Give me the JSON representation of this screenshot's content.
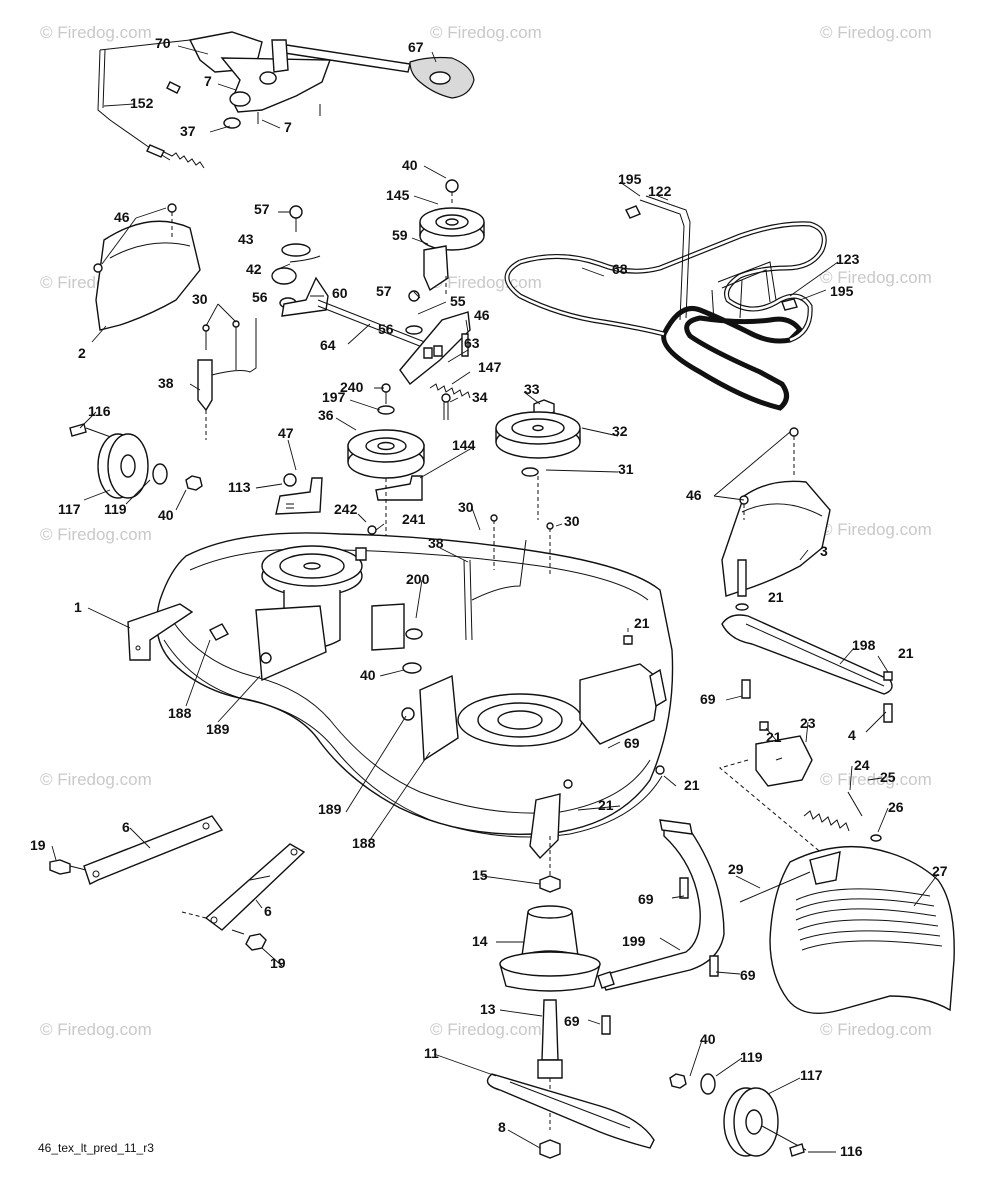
{
  "watermark": "© Firedog.com",
  "caption": "46_tex_lt_pred_11_r3",
  "labels": [
    {
      "id": "lbl-70",
      "text": "70"
    },
    {
      "id": "lbl-67",
      "text": "67"
    },
    {
      "id": "lbl-7a",
      "text": "7"
    },
    {
      "id": "lbl-152",
      "text": "152"
    },
    {
      "id": "lbl-37",
      "text": "37"
    },
    {
      "id": "lbl-7b",
      "text": "7"
    },
    {
      "id": "lbl-40a",
      "text": "40"
    },
    {
      "id": "lbl-145",
      "text": "145"
    },
    {
      "id": "lbl-195a",
      "text": "195"
    },
    {
      "id": "lbl-122",
      "text": "122"
    },
    {
      "id": "lbl-46a",
      "text": "46"
    },
    {
      "id": "lbl-57a",
      "text": "57"
    },
    {
      "id": "lbl-59",
      "text": "59"
    },
    {
      "id": "lbl-43",
      "text": "43"
    },
    {
      "id": "lbl-68",
      "text": "68"
    },
    {
      "id": "lbl-123",
      "text": "123"
    },
    {
      "id": "lbl-42",
      "text": "42"
    },
    {
      "id": "lbl-195b",
      "text": "195"
    },
    {
      "id": "lbl-56a",
      "text": "56"
    },
    {
      "id": "lbl-60",
      "text": "60"
    },
    {
      "id": "lbl-57b",
      "text": "57"
    },
    {
      "id": "lbl-30a",
      "text": "30"
    },
    {
      "id": "lbl-55",
      "text": "55"
    },
    {
      "id": "lbl-46b",
      "text": "46"
    },
    {
      "id": "lbl-2",
      "text": "2"
    },
    {
      "id": "lbl-56b",
      "text": "56"
    },
    {
      "id": "lbl-64",
      "text": "64"
    },
    {
      "id": "lbl-63",
      "text": "63"
    },
    {
      "id": "lbl-147",
      "text": "147"
    },
    {
      "id": "lbl-38a",
      "text": "38"
    },
    {
      "id": "lbl-240",
      "text": "240"
    },
    {
      "id": "lbl-197",
      "text": "197"
    },
    {
      "id": "lbl-34",
      "text": "34"
    },
    {
      "id": "lbl-33",
      "text": "33"
    },
    {
      "id": "lbl-116a",
      "text": "116"
    },
    {
      "id": "lbl-36",
      "text": "36"
    },
    {
      "id": "lbl-32",
      "text": "32"
    },
    {
      "id": "lbl-47",
      "text": "47"
    },
    {
      "id": "lbl-144",
      "text": "144"
    },
    {
      "id": "lbl-31",
      "text": "31"
    },
    {
      "id": "lbl-113",
      "text": "113"
    },
    {
      "id": "lbl-46c",
      "text": "46"
    },
    {
      "id": "lbl-117a",
      "text": "117"
    },
    {
      "id": "lbl-119a",
      "text": "119"
    },
    {
      "id": "lbl-40b",
      "text": "40"
    },
    {
      "id": "lbl-242",
      "text": "242"
    },
    {
      "id": "lbl-30b",
      "text": "30"
    },
    {
      "id": "lbl-241",
      "text": "241"
    },
    {
      "id": "lbl-38b",
      "text": "38"
    },
    {
      "id": "lbl-30c",
      "text": "30"
    },
    {
      "id": "lbl-3",
      "text": "3"
    },
    {
      "id": "lbl-21a",
      "text": "21"
    },
    {
      "id": "lbl-200",
      "text": "200"
    },
    {
      "id": "lbl-1",
      "text": "1"
    },
    {
      "id": "lbl-21b",
      "text": "21"
    },
    {
      "id": "lbl-198",
      "text": "198"
    },
    {
      "id": "lbl-21c",
      "text": "21"
    },
    {
      "id": "lbl-40c",
      "text": "40"
    },
    {
      "id": "lbl-69a",
      "text": "69"
    },
    {
      "id": "lbl-188a",
      "text": "188"
    },
    {
      "id": "lbl-189a",
      "text": "189"
    },
    {
      "id": "lbl-21d",
      "text": "21"
    },
    {
      "id": "lbl-23",
      "text": "23"
    },
    {
      "id": "lbl-4",
      "text": "4"
    },
    {
      "id": "lbl-69b",
      "text": "69"
    },
    {
      "id": "lbl-24",
      "text": "24"
    },
    {
      "id": "lbl-25",
      "text": "25"
    },
    {
      "id": "lbl-21e",
      "text": "21"
    },
    {
      "id": "lbl-21f",
      "text": "21"
    },
    {
      "id": "lbl-26",
      "text": "26"
    },
    {
      "id": "lbl-189b",
      "text": "189"
    },
    {
      "id": "lbl-6a",
      "text": "6"
    },
    {
      "id": "lbl-188b",
      "text": "188"
    },
    {
      "id": "lbl-19a",
      "text": "19"
    },
    {
      "id": "lbl-27",
      "text": "27"
    },
    {
      "id": "lbl-15",
      "text": "15"
    },
    {
      "id": "lbl-29",
      "text": "29"
    },
    {
      "id": "lbl-69c",
      "text": "69"
    },
    {
      "id": "lbl-6b",
      "text": "6"
    },
    {
      "id": "lbl-14",
      "text": "14"
    },
    {
      "id": "lbl-199",
      "text": "199"
    },
    {
      "id": "lbl-19b",
      "text": "19"
    },
    {
      "id": "lbl-69d",
      "text": "69"
    },
    {
      "id": "lbl-13",
      "text": "13"
    },
    {
      "id": "lbl-69e",
      "text": "69"
    },
    {
      "id": "lbl-11",
      "text": "11"
    },
    {
      "id": "lbl-40d",
      "text": "40"
    },
    {
      "id": "lbl-119b",
      "text": "119"
    },
    {
      "id": "lbl-117b",
      "text": "117"
    },
    {
      "id": "lbl-8",
      "text": "8"
    },
    {
      "id": "lbl-116b",
      "text": "116"
    }
  ]
}
